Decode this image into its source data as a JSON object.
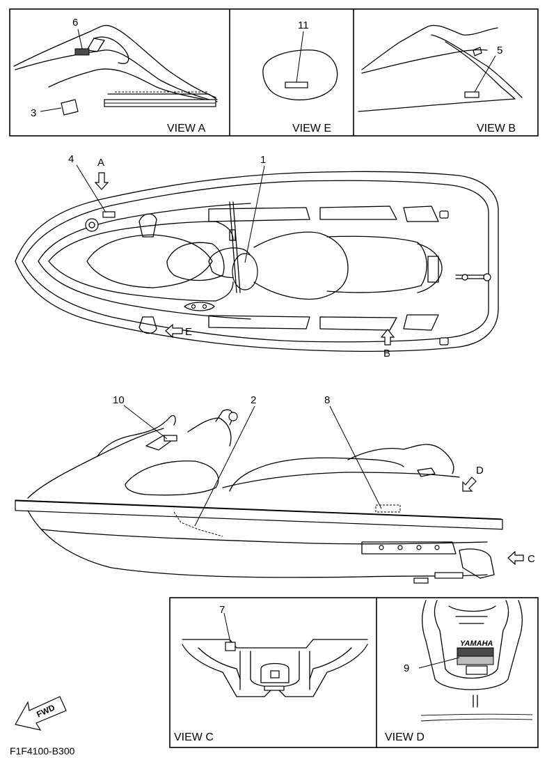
{
  "callouts": {
    "c1": "1",
    "c2": "2",
    "c3": "3",
    "c4": "4",
    "c5": "5",
    "c6": "6",
    "c7": "7",
    "c8": "8",
    "c9": "9",
    "c10": "10",
    "c11": "11"
  },
  "views": {
    "a": "VIEW A",
    "b": "VIEW B",
    "c": "VIEW C",
    "d": "VIEW D",
    "e": "VIEW E"
  },
  "view_arrows": {
    "a": "A",
    "b": "B",
    "c": "C",
    "d": "D",
    "e": "E"
  },
  "logo_text": "YAMAHA",
  "fwd_text": "FWD",
  "drawing_code": "F1F4100-B300"
}
